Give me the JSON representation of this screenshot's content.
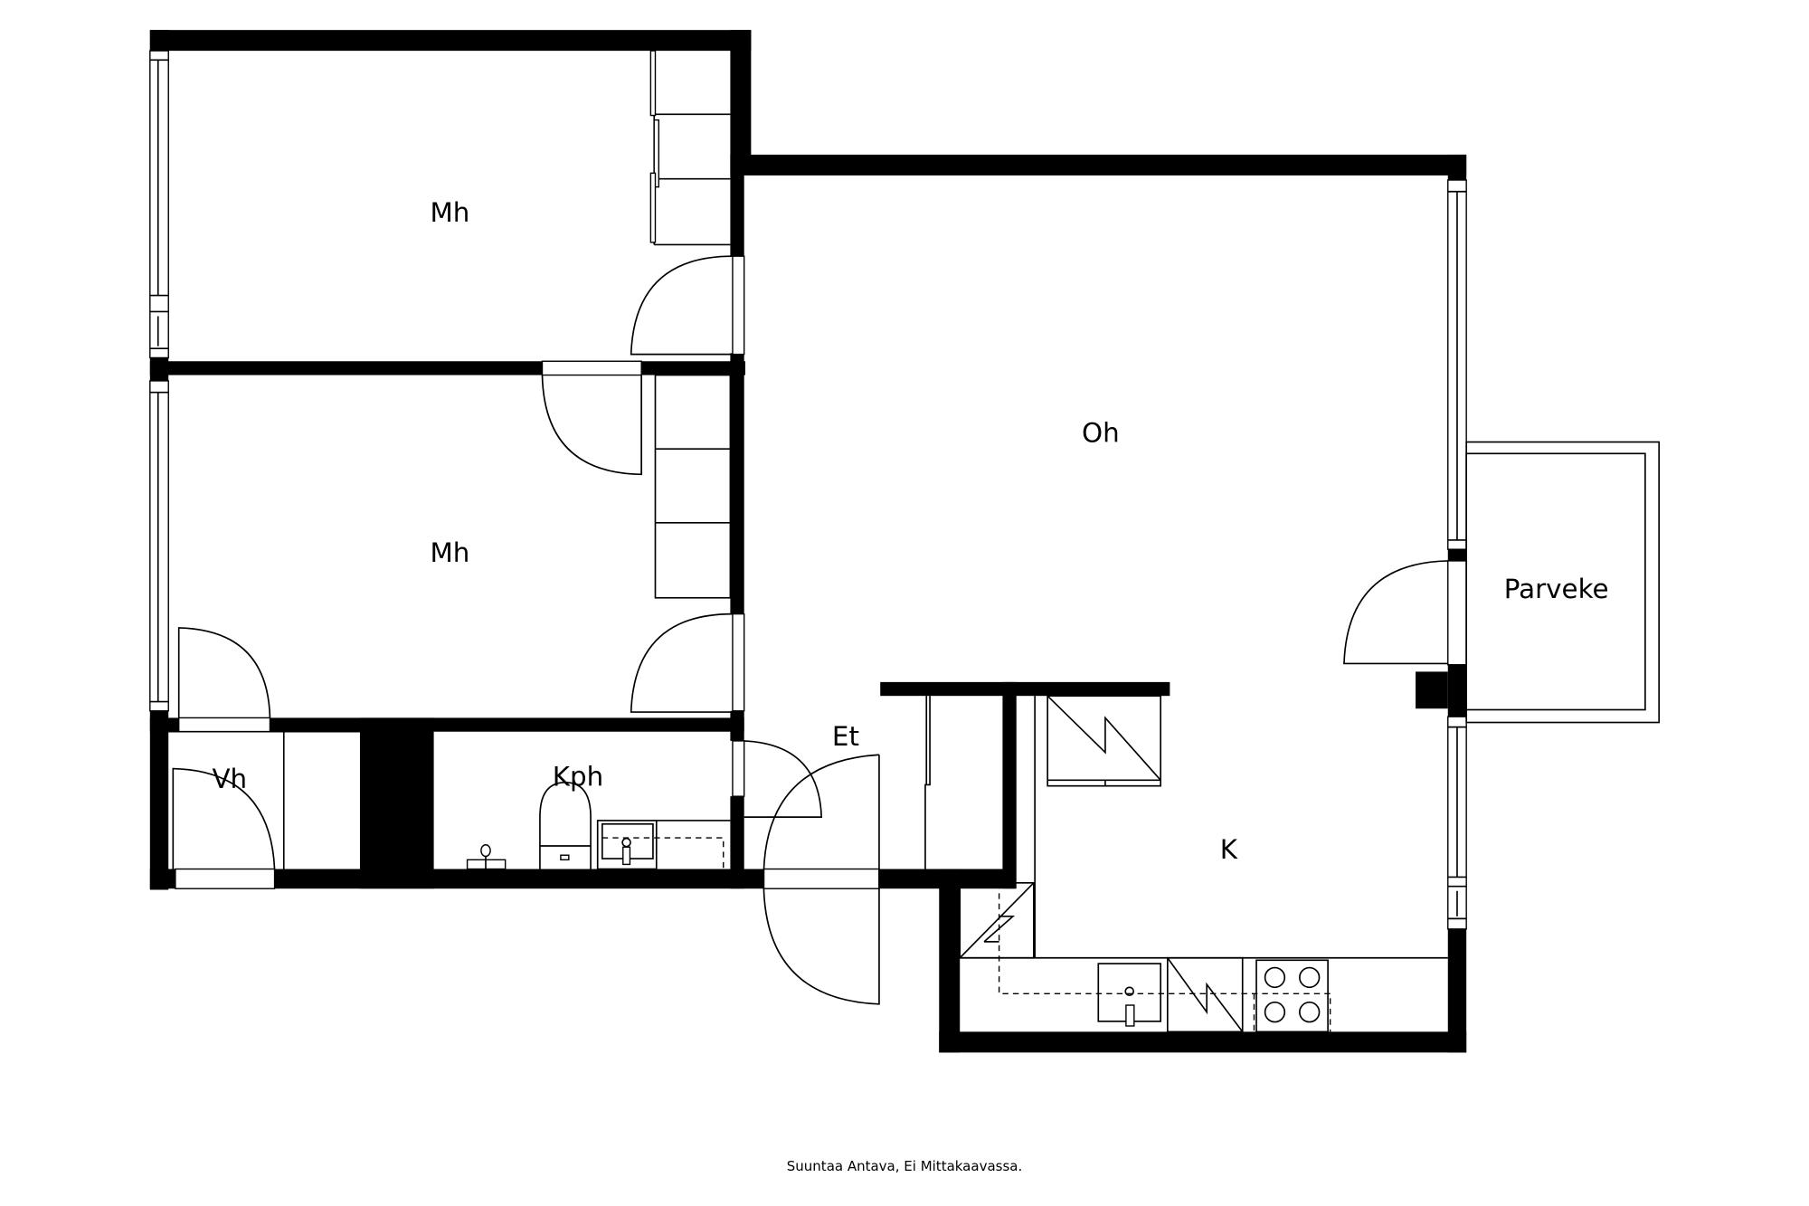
{
  "rooms": {
    "bedroom_1": "Mh",
    "bedroom_2": "Mh",
    "living_room": "Oh",
    "balcony": "Parveke",
    "entry": "Et",
    "closet": "Vh",
    "bathroom": "Kph",
    "kitchen": "K"
  },
  "footer": {
    "disclaimer": "Suuntaa Antava, Ei Mittakaavassa."
  },
  "colors": {
    "wall": "#000000",
    "background": "#ffffff"
  }
}
